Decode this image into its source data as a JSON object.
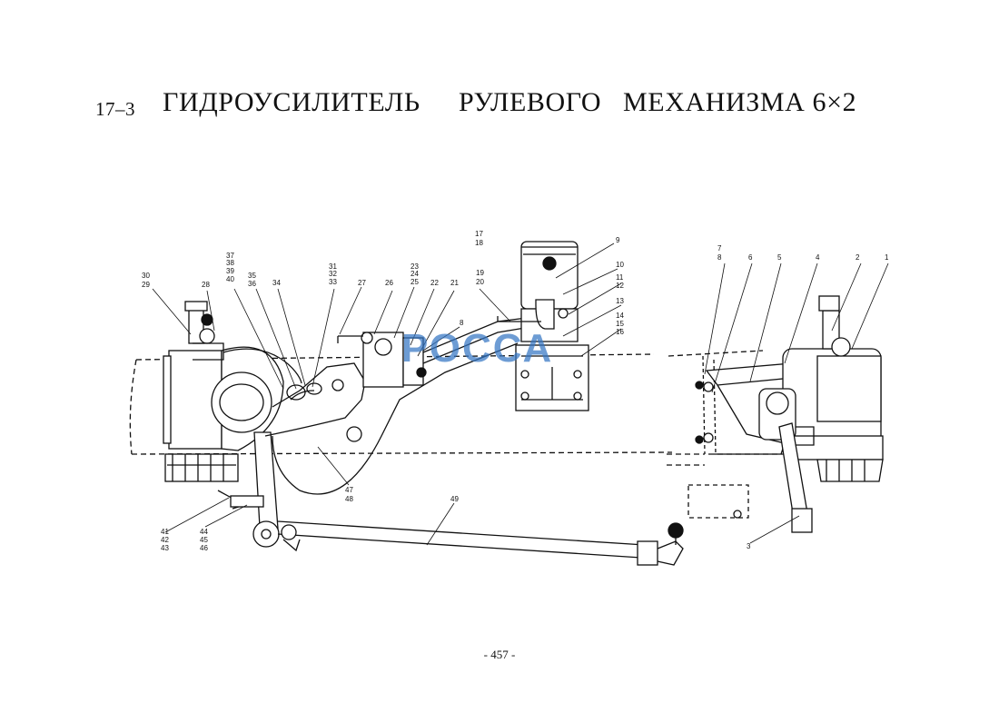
{
  "page": {
    "section_number": "17–3",
    "title_words": [
      "ГИДРОУСИЛИТЕЛЬ",
      "РУЛЕВОГО",
      "МЕХАНИЗМА 6×2"
    ],
    "page_number": "- 457 -",
    "watermark": "РОССА",
    "watermark_color": "#3476c4"
  },
  "callouts": [
    {
      "id": "c30",
      "label": "30"
    },
    {
      "id": "c29",
      "label": "29"
    },
    {
      "id": "c28",
      "label": "28"
    },
    {
      "id": "c37",
      "label": "37"
    },
    {
      "id": "c38",
      "label": "38"
    },
    {
      "id": "c39",
      "label": "39"
    },
    {
      "id": "c40",
      "label": "40"
    },
    {
      "id": "c35",
      "label": "35"
    },
    {
      "id": "c36",
      "label": "36"
    },
    {
      "id": "c34",
      "label": "34"
    },
    {
      "id": "c31",
      "label": "31"
    },
    {
      "id": "c32",
      "label": "32"
    },
    {
      "id": "c33",
      "label": "33"
    },
    {
      "id": "c27",
      "label": "27"
    },
    {
      "id": "c26",
      "label": "26"
    },
    {
      "id": "c23",
      "label": "23"
    },
    {
      "id": "c24",
      "label": "24"
    },
    {
      "id": "c25",
      "label": "25"
    },
    {
      "id": "c22",
      "label": "22"
    },
    {
      "id": "c21",
      "label": "21"
    },
    {
      "id": "c17",
      "label": "17"
    },
    {
      "id": "c18",
      "label": "18"
    },
    {
      "id": "c19",
      "label": "19"
    },
    {
      "id": "c20",
      "label": "20"
    },
    {
      "id": "c9",
      "label": "9"
    },
    {
      "id": "c10",
      "label": "10"
    },
    {
      "id": "c11",
      "label": "11"
    },
    {
      "id": "c12",
      "label": "12"
    },
    {
      "id": "c13",
      "label": "13"
    },
    {
      "id": "c14",
      "label": "14"
    },
    {
      "id": "c15",
      "label": "15"
    },
    {
      "id": "c16",
      "label": "16"
    },
    {
      "id": "c8a",
      "label": "8"
    },
    {
      "id": "c7",
      "label": "7"
    },
    {
      "id": "c8",
      "label": "8"
    },
    {
      "id": "c6",
      "label": "6"
    },
    {
      "id": "c5",
      "label": "5"
    },
    {
      "id": "c4",
      "label": "4"
    },
    {
      "id": "c2",
      "label": "2"
    },
    {
      "id": "c1",
      "label": "1"
    },
    {
      "id": "c3",
      "label": "3"
    },
    {
      "id": "c47",
      "label": "47"
    },
    {
      "id": "c48",
      "label": "48"
    },
    {
      "id": "c49",
      "label": "49"
    },
    {
      "id": "c41",
      "label": "41"
    },
    {
      "id": "c42",
      "label": "42"
    },
    {
      "id": "c43",
      "label": "43"
    },
    {
      "id": "c44",
      "label": "44"
    },
    {
      "id": "c45",
      "label": "45"
    },
    {
      "id": "c46",
      "label": "46"
    }
  ]
}
